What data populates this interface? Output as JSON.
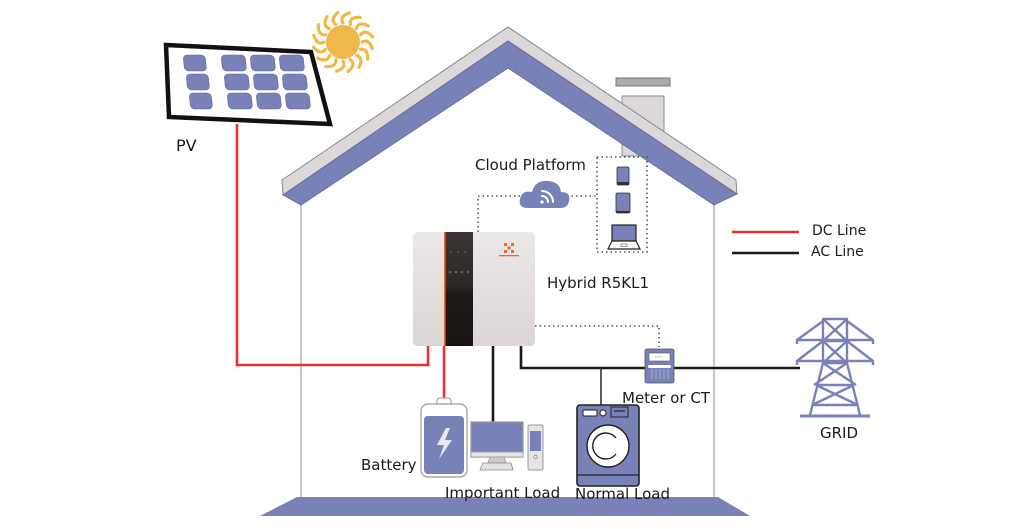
{
  "colors": {
    "house_blue": "#7882b8",
    "roof_gray": "#dcd8da",
    "dc_line": "#e8322d",
    "ac_line": "#1a1a1a",
    "sun": "#f0b84a",
    "inverter_body": "#e2dddc",
    "inverter_panel": "#2a2220",
    "inverter_accent": "#e36a2a"
  },
  "labels": {
    "pv": "PV",
    "cloud_platform": "Cloud Platform",
    "inverter": "Hybrid R5KL1",
    "meter": "Meter or CT",
    "grid": "GRID",
    "battery": "Battery",
    "important_load": "Important Load",
    "normal_load": "Normal Load"
  },
  "legend": [
    {
      "label": "DC Line",
      "color": "#e8322d"
    },
    {
      "label": "AC Line",
      "color": "#1a1a1a"
    }
  ],
  "components": [
    {
      "id": "pv",
      "name": "PV"
    },
    {
      "id": "inverter",
      "name": "Hybrid R5KL1"
    },
    {
      "id": "cloud",
      "name": "Cloud Platform"
    },
    {
      "id": "battery",
      "name": "Battery"
    },
    {
      "id": "important-load",
      "name": "Important Load"
    },
    {
      "id": "normal-load",
      "name": "Normal Load"
    },
    {
      "id": "meter",
      "name": "Meter or CT"
    },
    {
      "id": "grid",
      "name": "GRID"
    }
  ],
  "connections": [
    {
      "from": "pv",
      "to": "inverter",
      "type": "DC Line"
    },
    {
      "from": "battery",
      "to": "inverter",
      "type": "DC Line"
    },
    {
      "from": "inverter",
      "to": "important-load",
      "type": "AC Line"
    },
    {
      "from": "inverter",
      "to": "normal-load",
      "type": "AC Line"
    },
    {
      "from": "inverter",
      "to": "grid",
      "type": "AC Line",
      "via": "meter"
    },
    {
      "from": "inverter",
      "to": "cloud",
      "type": "communication"
    },
    {
      "from": "inverter",
      "to": "meter",
      "type": "communication"
    }
  ]
}
